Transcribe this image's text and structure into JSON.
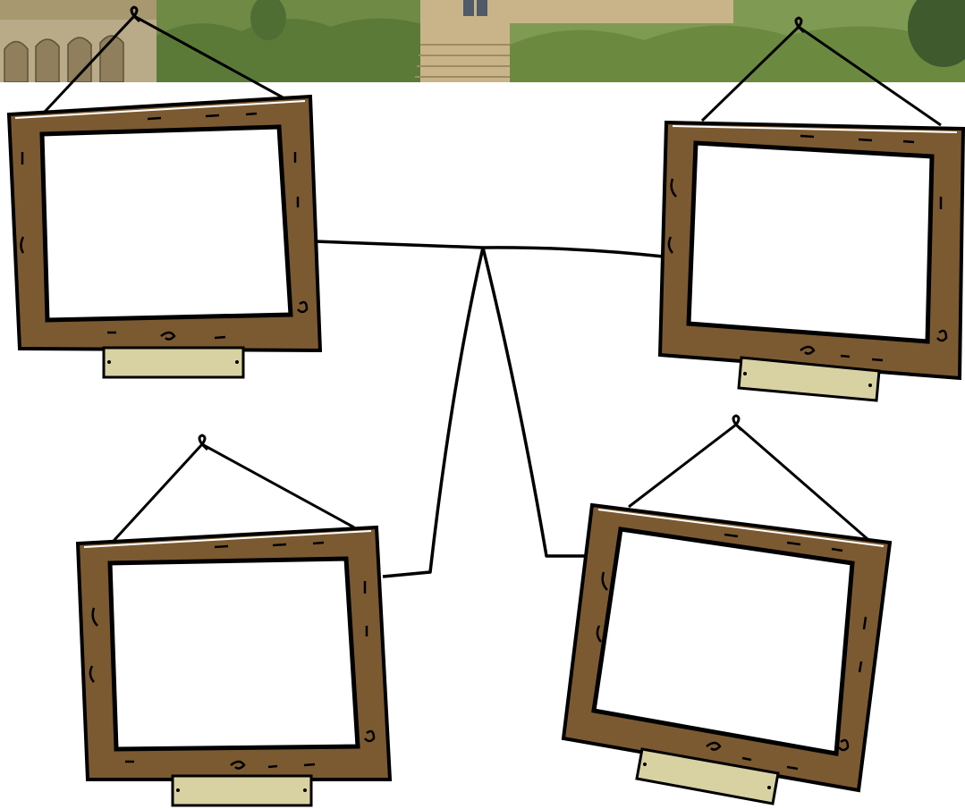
{
  "banner": {
    "sky_color": "#a9a48a",
    "foliage_color": "#6f8a45",
    "stone_color": "#b9ab88",
    "path_color": "#c9b48a",
    "dark_foliage": "#3f5a2c"
  },
  "palette": {
    "frame_wood": "#7b5a32",
    "frame_outline": "#000000",
    "frame_highlight": "#ffffff",
    "plaque_fill": "#d8d2a3",
    "connector_stroke": "#000000"
  },
  "frames": [
    {
      "id": "top-left",
      "plaque_text": ""
    },
    {
      "id": "top-right",
      "plaque_text": ""
    },
    {
      "id": "bottom-left",
      "plaque_text": ""
    },
    {
      "id": "bottom-right",
      "plaque_text": ""
    }
  ]
}
